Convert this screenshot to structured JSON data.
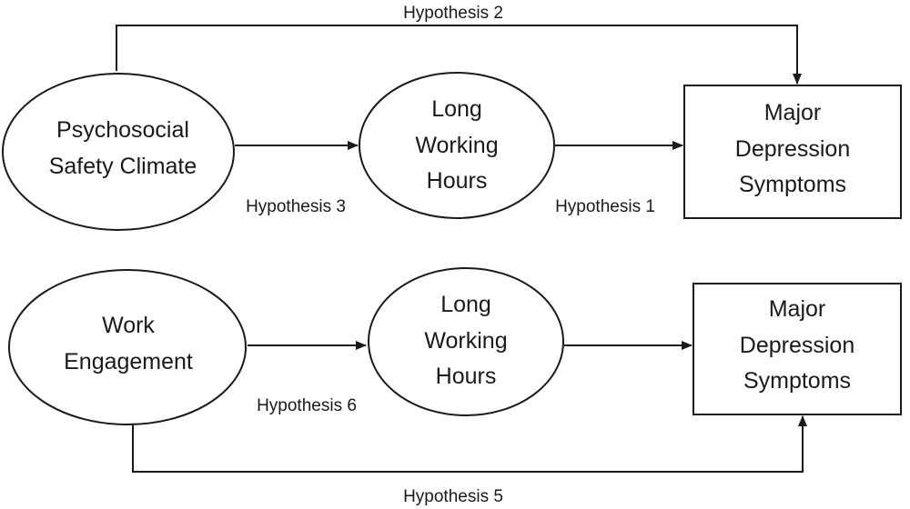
{
  "top_model": {
    "psychosocial_safety_climate": [
      "Psychosocial",
      "Safety Climate"
    ],
    "long_working_hours": [
      "Long",
      "Working",
      "Hours"
    ],
    "major_depression_symptoms": [
      "Major",
      "Depression",
      "Symptoms"
    ],
    "hypothesis_1": "Hypothesis 1",
    "hypothesis_2": "Hypothesis 2",
    "hypothesis_3": "Hypothesis 3"
  },
  "bottom_model": {
    "work_engagement": [
      "Work",
      "Engagement"
    ],
    "long_working_hours": [
      "Long",
      "Working",
      "Hours"
    ],
    "major_depression_symptoms": [
      "Major",
      "Depression",
      "Symptoms"
    ],
    "hypothesis_5": "Hypothesis 5",
    "hypothesis_6": "Hypothesis 6"
  }
}
